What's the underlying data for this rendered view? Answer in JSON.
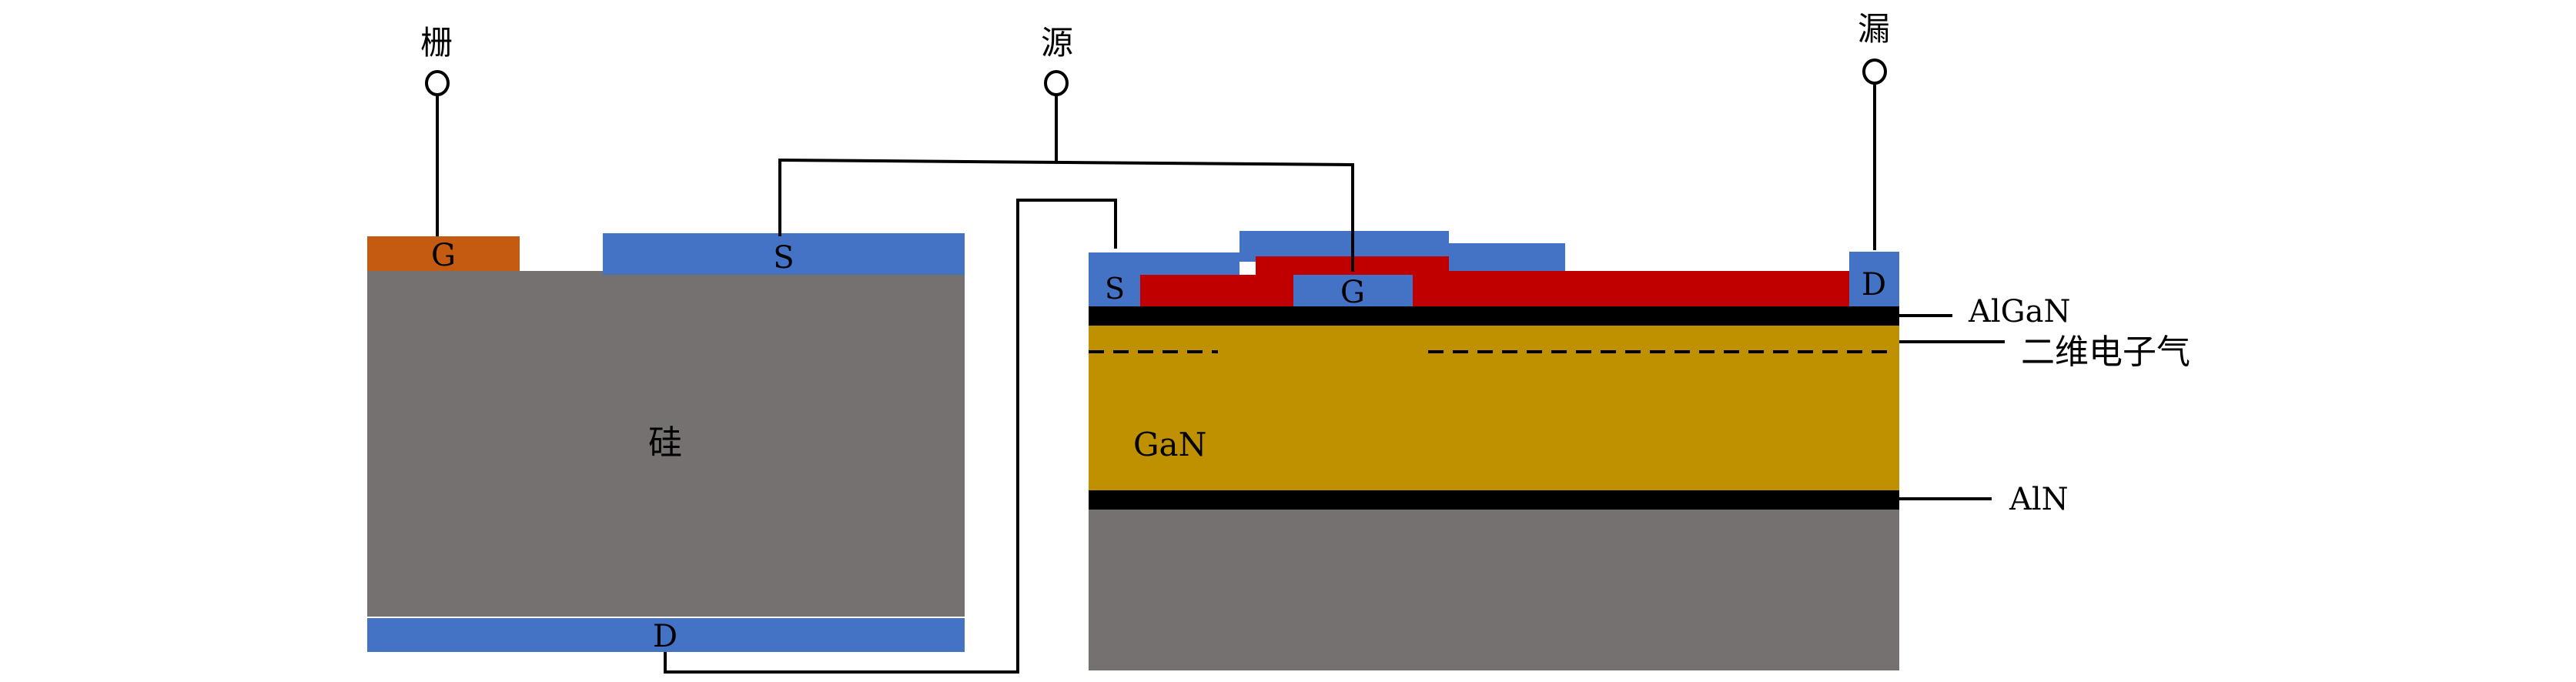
{
  "colors": {
    "metal": "#4472C4",
    "gate_si": "#C55A11",
    "silicon": "#767171",
    "passivation": "#C00000",
    "gan": "#BF9000",
    "barrier": "#000000",
    "wire": "#000000"
  },
  "terminals": {
    "gate": "栅",
    "source": "源",
    "drain": "漏"
  },
  "si_mosfet": {
    "gate_label": "G",
    "source_label": "S",
    "drain_label": "D",
    "body_label": "硅"
  },
  "gan_hemt": {
    "source_label": "S",
    "gate_label": "G",
    "drain_label": "D",
    "gan_label": "GaN"
  },
  "annotations": {
    "algan": "AlGaN",
    "two_deg": "二维电子气",
    "aln": "AlN"
  }
}
